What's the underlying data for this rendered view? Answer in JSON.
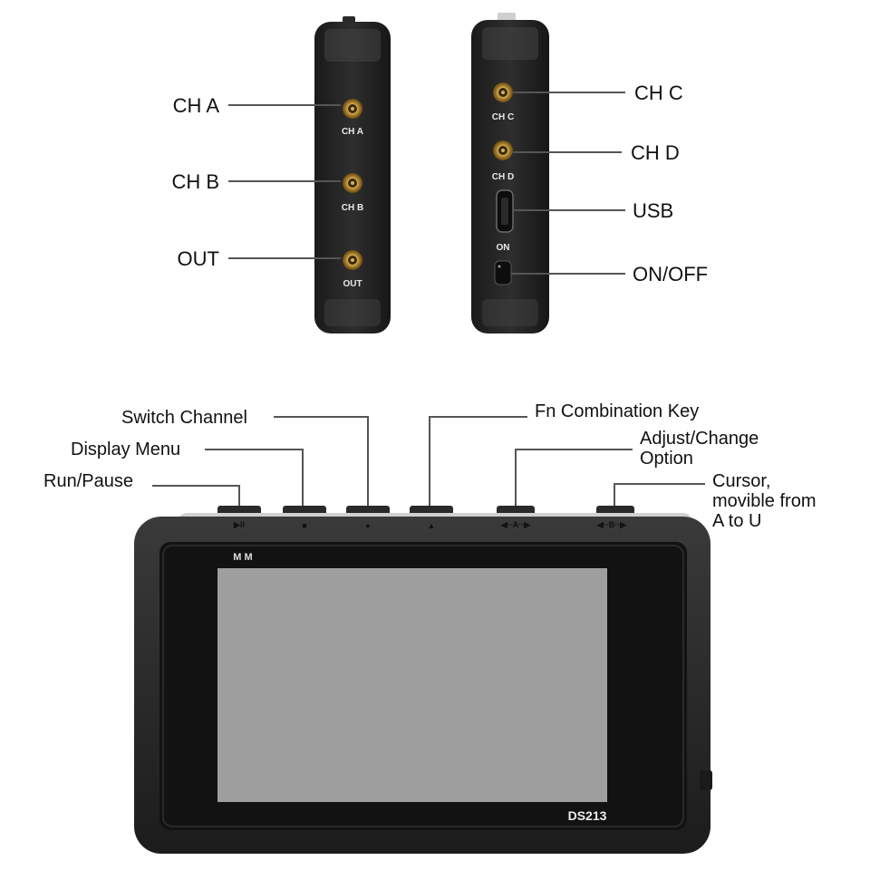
{
  "side_left": {
    "callouts": [
      "CH A",
      "CH B",
      "OUT"
    ],
    "port_labels": [
      "CH A",
      "CH B",
      "OUT"
    ]
  },
  "side_right": {
    "callouts": [
      "CH C",
      "CH D",
      "USB",
      "ON/OFF"
    ],
    "port_labels": [
      "CH C",
      "CH D",
      "ON"
    ]
  },
  "front": {
    "callouts": {
      "switch_channel": "Switch Channel",
      "display_menu": "Display Menu",
      "run_pause": "Run/Pause",
      "fn_key": "Fn Combination Key",
      "adjust_line1": "Adjust/Change",
      "adjust_line2": "Option",
      "cursor_line1": "Cursor,",
      "cursor_line2": "movible from",
      "cursor_line3": "A to U"
    },
    "button_marks": {
      "run_pause": "▶II",
      "display_menu": "■",
      "switch_channel": "●",
      "fn_key": "▲",
      "cursor_a": "◀··A··▶",
      "cursor_b": "◀··B··▶"
    },
    "model": "DS213",
    "logo": "M M"
  }
}
